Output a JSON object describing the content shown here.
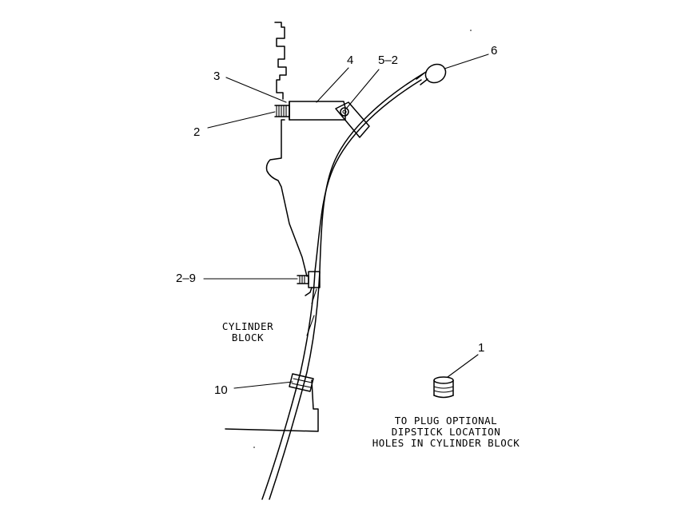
{
  "callouts": {
    "c1": "1",
    "c2": "2",
    "c2_9": "2–9",
    "c3": "3",
    "c4": "4",
    "c5_2": "5–2",
    "c6": "6",
    "c10": "10"
  },
  "block_label": {
    "line1": "CYLINDER",
    "line2": "BLOCK"
  },
  "note": {
    "line1": "TO PLUG OPTIONAL",
    "line2": "DIPSTICK LOCATION",
    "line3": "HOLES IN CYLINDER BLOCK"
  }
}
